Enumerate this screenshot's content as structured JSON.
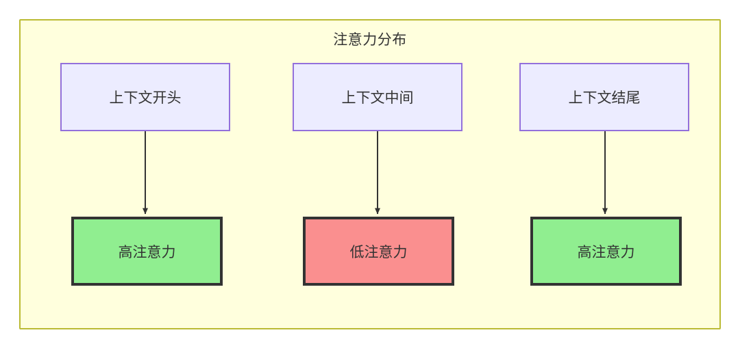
{
  "diagram": {
    "type": "flowchart",
    "subgraph": {
      "title": "注意力分布",
      "fill_color": "#ffffdd",
      "border_color": "#bbbb33"
    },
    "nodes": [
      {
        "id": "src1",
        "label": "上下文开头",
        "fill_color": "#ececff",
        "border_color": "#9370db"
      },
      {
        "id": "src2",
        "label": "上下文中间",
        "fill_color": "#ececff",
        "border_color": "#9370db"
      },
      {
        "id": "src3",
        "label": "上下文结尾",
        "fill_color": "#ececff",
        "border_color": "#9370db"
      },
      {
        "id": "tgt1",
        "label": "高注意力",
        "fill_color": "#90ee90",
        "border_color": "#333333"
      },
      {
        "id": "tgt2",
        "label": "低注意力",
        "fill_color": "#fa8f8f",
        "border_color": "#333333"
      },
      {
        "id": "tgt3",
        "label": "高注意力",
        "fill_color": "#90ee90",
        "border_color": "#333333"
      }
    ],
    "edges": [
      {
        "from": "src1",
        "to": "tgt1",
        "style": "arrow"
      },
      {
        "from": "src2",
        "to": "tgt2",
        "style": "arrow"
      },
      {
        "from": "src3",
        "to": "tgt3",
        "style": "arrow"
      }
    ],
    "edge_color": "#333333"
  }
}
